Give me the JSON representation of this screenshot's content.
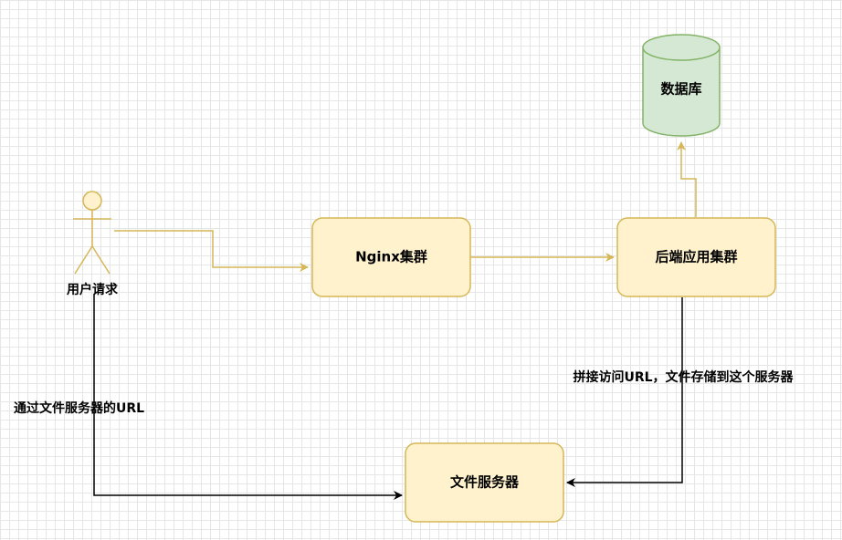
{
  "nodes": {
    "user": {
      "label": "用户请求"
    },
    "nginx": {
      "label": "Nginx集群"
    },
    "backend": {
      "label": "后端应用集群"
    },
    "database": {
      "label": "数据库"
    },
    "file_server": {
      "label": "文件服务器"
    }
  },
  "edges": {
    "user_to_file": {
      "label": "通过文件服务器的URL"
    },
    "backend_to_file": {
      "label": "拼接访问URL，文件存储到这个服务器"
    }
  },
  "colors": {
    "box_fill": "#fff2cc",
    "box_stroke": "#d6b656",
    "db_fill": "#d5e8d4",
    "db_stroke": "#82b366",
    "edge_yellow": "#d6b656",
    "edge_black": "#000000"
  }
}
